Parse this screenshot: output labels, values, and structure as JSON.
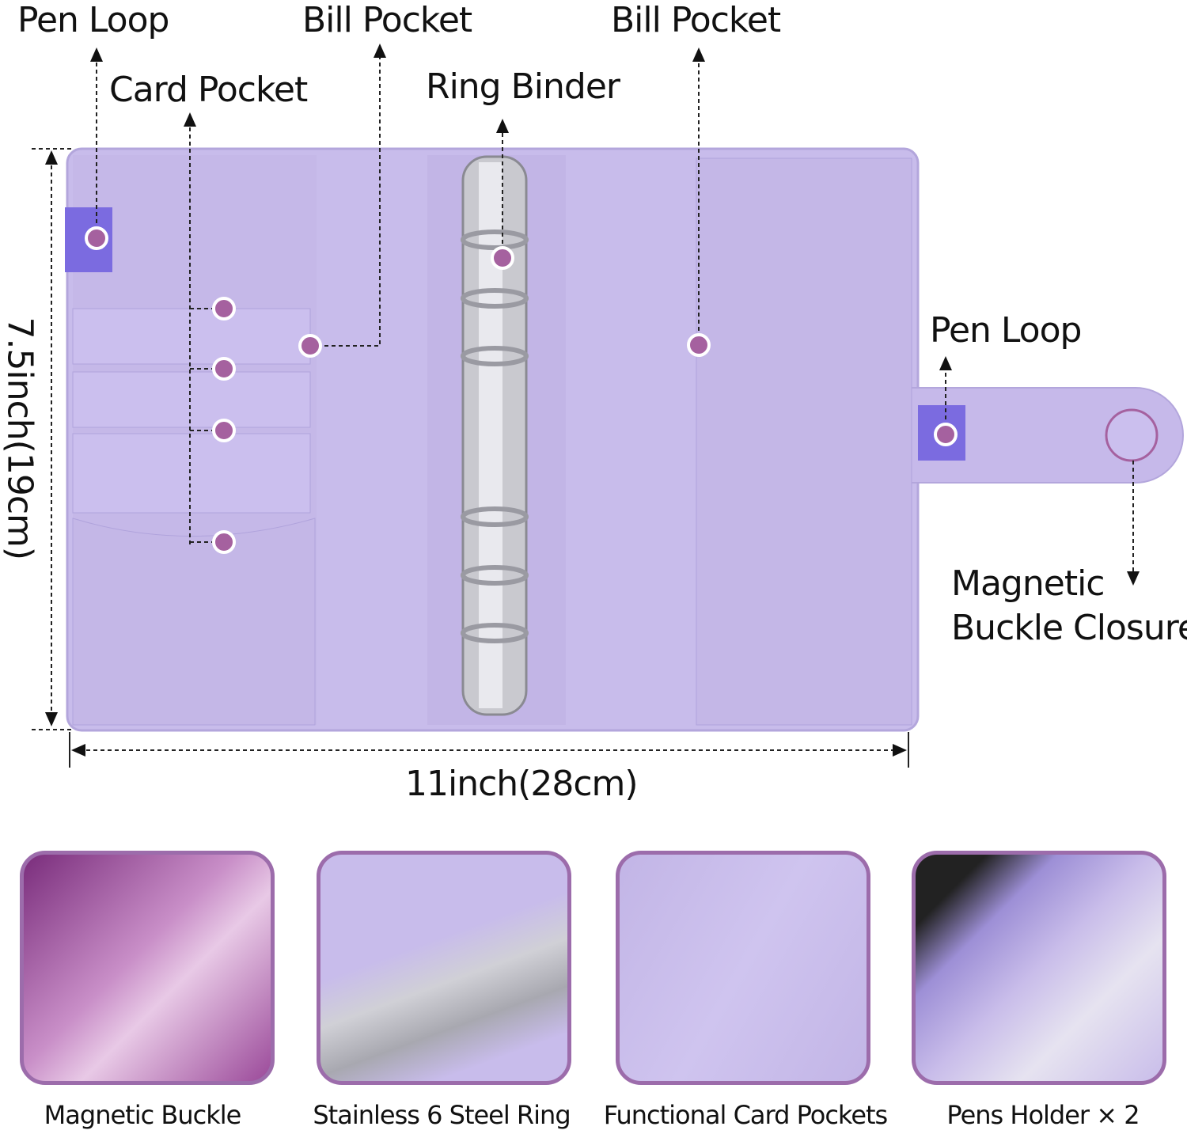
{
  "labels": {
    "pen_loop_left": "Pen  Loop",
    "card_pocket": "Card Pocket",
    "bill_pocket_left": "Bill Pocket",
    "ring_binder": "Ring Binder",
    "bill_pocket_right": "Bill Pocket",
    "pen_loop_right": "Pen  Loop",
    "magnetic_line1": "Magnetic",
    "magnetic_line2": "Buckle Closure",
    "height_dim": "7.5inch(19cm)",
    "width_dim": "11inch(28cm)"
  },
  "thumbnails": [
    {
      "caption": "Magnetic Buckle"
    },
    {
      "caption": "Stainless 6 Steel Ring"
    },
    {
      "caption": "Functional Card Pockets"
    },
    {
      "caption": "Pens Holder × 2"
    }
  ],
  "colors": {
    "binder": "#c8bceb",
    "dot": "#a5619f",
    "border": "#9c6cab",
    "loop": "#7b6be0"
  }
}
